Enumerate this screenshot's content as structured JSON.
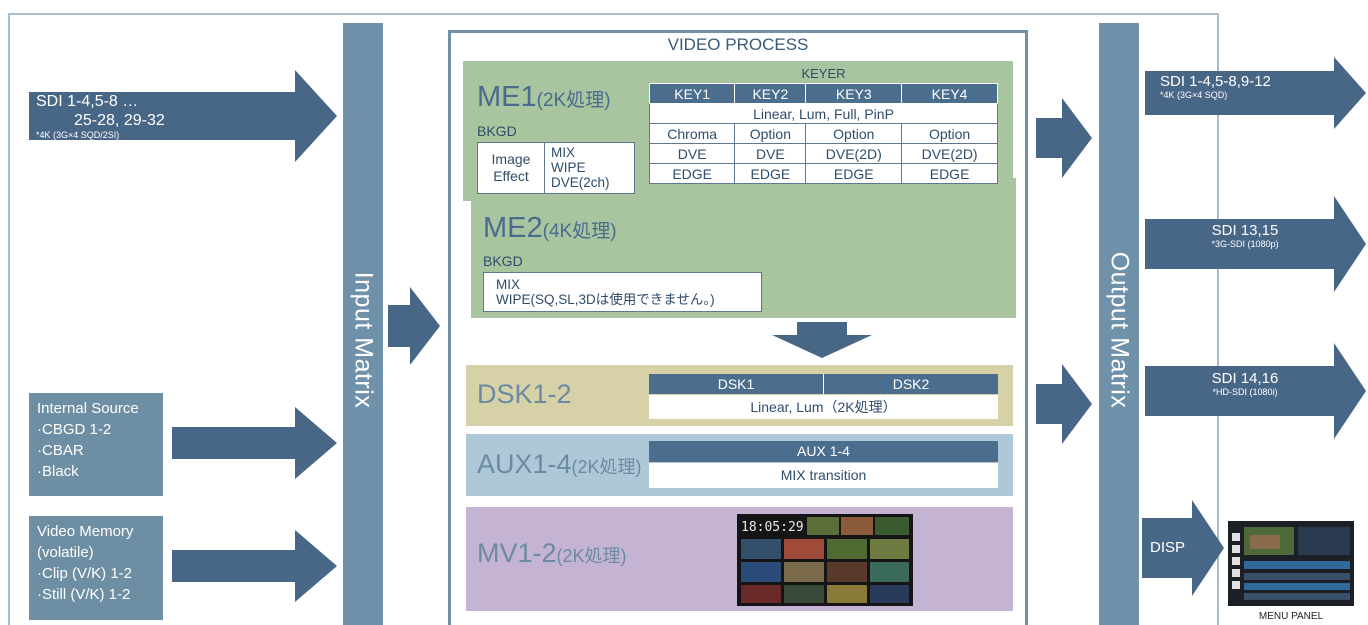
{
  "colors": {
    "bar": "#6f92aa",
    "arrow": "#486685",
    "me": "#a8c5a0",
    "dsk": "#d7d1a8",
    "aux": "#aec8d8",
    "mv": "#c4b3d2",
    "dark": "#4c6e8e"
  },
  "inputs": {
    "sdi": {
      "line1": "SDI 1-4,5-8 …",
      "line2": "25-28, 29-32",
      "note": "*4K (3G×4 SQD/2SI)"
    },
    "internal_source": {
      "title": "Internal Source",
      "items": [
        "·CBGD 1-2",
        "·CBAR",
        "·Black"
      ]
    },
    "video_memory": {
      "title": "Video Memory",
      "subtitle": "(volatile)",
      "items": [
        "·Clip (V/K) 1-2",
        "·Still (V/K) 1-2"
      ]
    }
  },
  "input_matrix": {
    "label": "Input Matrix"
  },
  "output_matrix": {
    "label": "Output Matrix"
  },
  "video_process": {
    "title": "VIDEO PROCESS"
  },
  "me1": {
    "title": "ME1",
    "title_note": "(2K処理)",
    "bkgd": "BKGD",
    "image_effect": [
      "Image",
      "Effect"
    ],
    "transitions": [
      "MIX",
      "WIPE",
      "DVE(2ch)"
    ],
    "keyer_title": "KEYER",
    "keyer_headers": [
      "KEY1",
      "KEY2",
      "KEY3",
      "KEY4"
    ],
    "keyer_modes": "Linear, Lum, Full, PinP",
    "keyer_rows": [
      [
        "Chroma",
        "Option",
        "Option",
        "Option"
      ],
      [
        "DVE",
        "DVE",
        "DVE(2D)",
        "DVE(2D)"
      ],
      [
        "EDGE",
        "EDGE",
        "EDGE",
        "EDGE"
      ]
    ]
  },
  "me2": {
    "title": "ME2",
    "title_note": "(4K処理)",
    "bkgd": "BKGD",
    "transitions": [
      "MIX",
      "WIPE(SQ,SL,3Dは使用できません。)"
    ]
  },
  "dsk": {
    "title": "DSK1-2",
    "headers": [
      "DSK1",
      "DSK2"
    ],
    "modes": "Linear, Lum（2K処理）"
  },
  "aux": {
    "title": "AUX1-4",
    "title_note": "(2K処理)",
    "header": "AUX 1-4",
    "row": "MIX transition"
  },
  "mv": {
    "title": "MV1-2",
    "title_note": "(2K処理)",
    "clock": "18:05:29"
  },
  "outputs": {
    "out1": {
      "label": "SDI 1-4,5-8,9-12",
      "note": "*4K (3G×4 SQD)"
    },
    "out2": {
      "label": "SDI 13,15",
      "note": "*3G-SDI (1080p)"
    },
    "out3": {
      "label": "SDI 14,16",
      "note": "*HD-SDI (1080i)"
    },
    "disp": {
      "label": "DISP"
    },
    "menu_panel": {
      "label": "MENU PANEL"
    }
  }
}
